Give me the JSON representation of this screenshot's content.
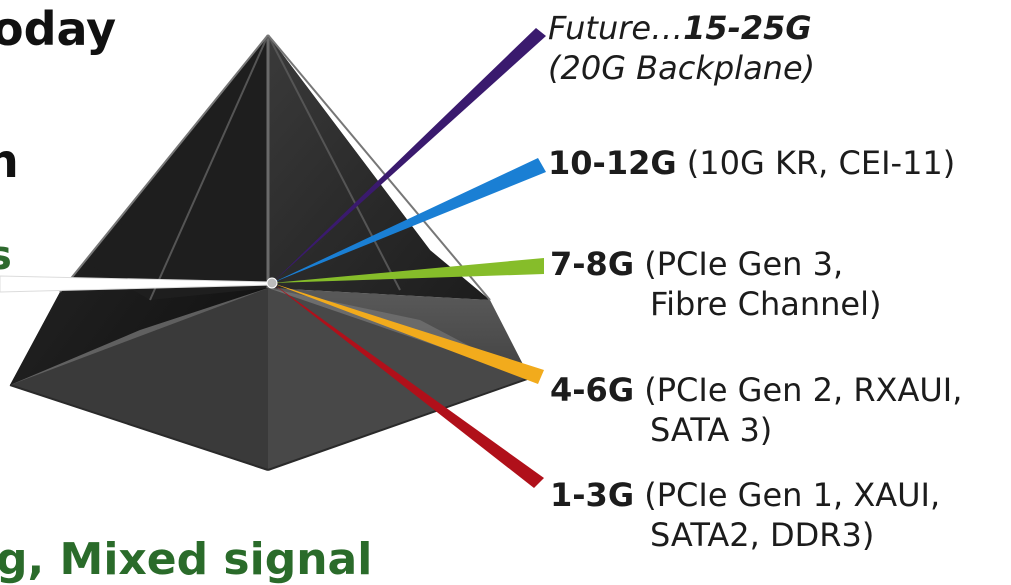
{
  "fragments": {
    "today": "oday",
    "n": "n",
    "s": "s",
    "bottom": "g, Mixed signal"
  },
  "labels": [
    {
      "id": "future",
      "bold": "15-25G",
      "prefix": "Future…",
      "line2": "(20G Backplane)",
      "color": "#3a1a6e"
    },
    {
      "id": "10-12g",
      "bold": "10-12G",
      "text": "(10G KR, CEI-11)",
      "color": "#1a7fd4"
    },
    {
      "id": "7-8g",
      "bold": "7-8G",
      "text": "(PCIe Gen 3,",
      "line2": "Fibre Channel)",
      "color": "#86bd2a"
    },
    {
      "id": "4-6g",
      "bold": "4-6G",
      "text": "(PCIe Gen 2, RXAUI,",
      "line2": "SATA 3)",
      "color": "#f2ab1c"
    },
    {
      "id": "1-3g",
      "bold": "1-3G",
      "text": "(PCIe Gen 1, XAUI,",
      "line2": "SATA2, DDR3)",
      "color": "#b0101a"
    }
  ]
}
